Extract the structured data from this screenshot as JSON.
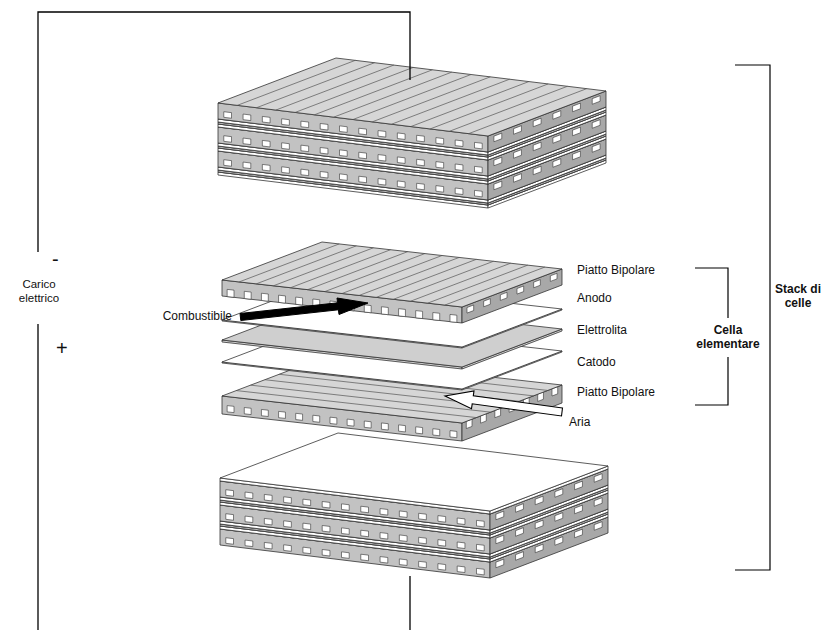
{
  "diagram": {
    "labels": [
      "-",
      "Carico elettrico",
      "+",
      "Combustibile",
      "Piatto Bipolare",
      "Anodo",
      "Elettrolita",
      "Catodo",
      "Piatto Bipolare",
      "Aria",
      "Cella elementare",
      "Stack di celle"
    ]
  }
}
